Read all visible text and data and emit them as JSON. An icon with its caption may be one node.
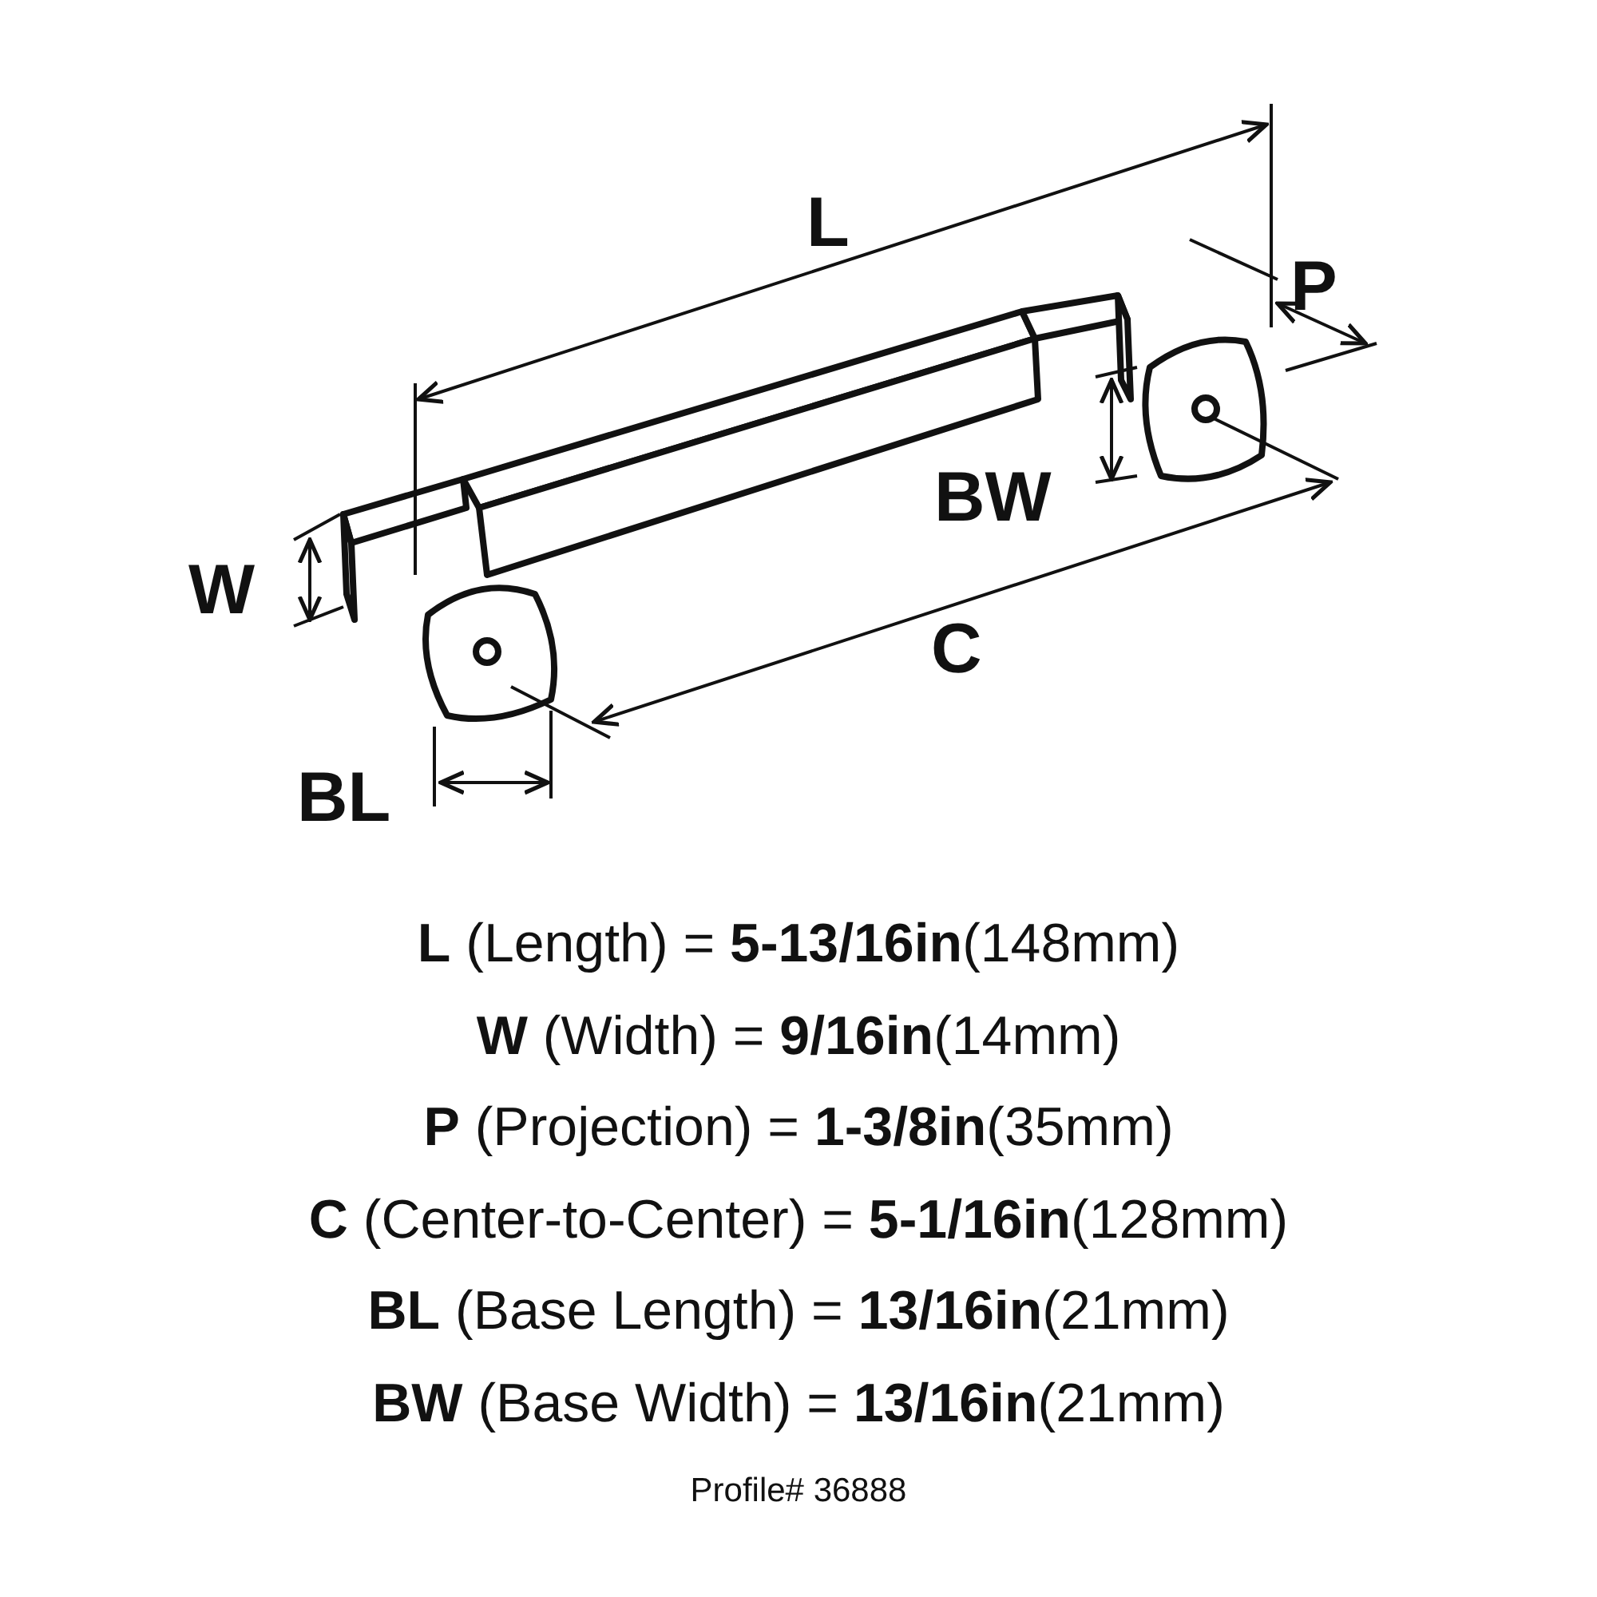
{
  "diagram": {
    "labels": [
      "L",
      "P",
      "BW",
      "W",
      "C",
      "BL",
      "**L** (Length) = **5-13/16in**(148mm)",
      "**W** (Width) = **9/16in**(14mm)",
      "**P** (Projection) = **1-3/8in**(35mm)",
      "**C** (Center-to-Center) = **5-1/16in**(128mm)",
      "**BL** (Base Length) = **13/16in**(21mm)",
      "**BW** (Base Width) = **13/16in**(21mm)",
      "Profile# 36888"
    ]
  }
}
